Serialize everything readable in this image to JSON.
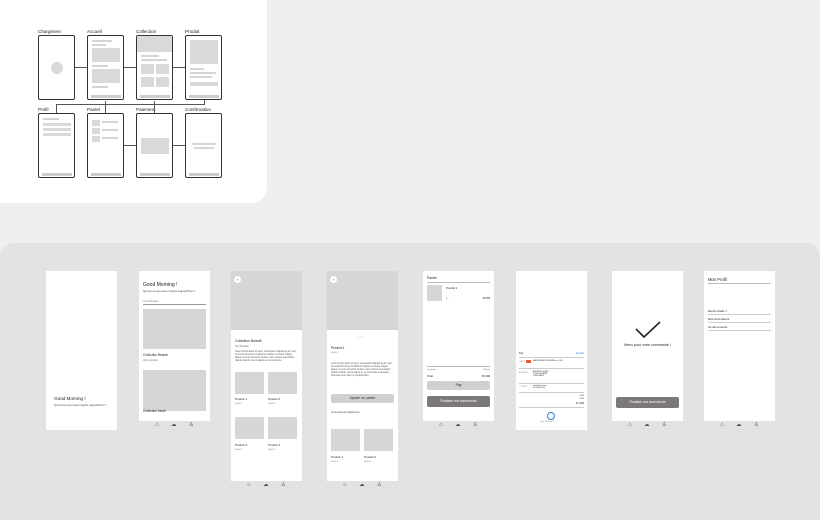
{
  "flow": {
    "labels": [
      "Chargment",
      "Accueil",
      "Collection",
      "Produit",
      "Profil",
      "Panier",
      "Paiement",
      "Confirmation"
    ]
  },
  "icons": {
    "home": "home-icon",
    "cloud": "cloud-icon",
    "user": "user-icon",
    "back": "back-arrow-icon",
    "check": "checkmark-icon"
  },
  "s2": {
    "title": "Good Morning !",
    "subtitle": "Qu'est ce qui vous inspire aujourd'hui ?",
    "search": "Je recherche...",
    "c1": "Collection Beauté",
    "c1s": "Voir le produit",
    "c2": "Collection Mode"
  },
  "splash": {
    "title": "Good Morning !",
    "subtitle": "Qu'est ce qui vous inspire aujourd'hui ?"
  },
  "coll": {
    "title": "Collection Beauté",
    "sub": "Voir Produits",
    "desc": "Lorem ipsum dolor sit amet, consectetur adipiscing elit. Sed do eiusmod tempor incididunt ut labore et dolore magna aliqua. Ut enim ad minim veniam, quis nostrud exercitation ullamco laboris nisi ut aliquip ex ea commodo.",
    "products": [
      "Produit 1",
      "Produit 2",
      "Produit 3",
      "Produit 4"
    ],
    "price": "00,00 €"
  },
  "prod": {
    "title": "Produit 1",
    "price": "00,00 €",
    "desc": "Lorem ipsum dolor sit amet, consectetur adipiscing elit. Sed do eiusmod tempor incididunt ut labore et dolore magna aliqua. Ut enim ad minim veniam, quis nostrud exercitation ullamco laboris nisi ut aliquip ex ea commodo consequat. Duis aute irure dolor in reprehenderit.",
    "button": "Ajouter au panier",
    "suggest": "Vous aimerez également",
    "products": [
      "Produit 1",
      "Produit 2"
    ],
    "price2": "00,00 €"
  },
  "cart": {
    "title": "Panier",
    "item": "Produit 1",
    "qty": "1 ⌵",
    "price": "35,00€",
    "sub": "Livraison",
    "sub_v": "Offerte",
    "total": "Total",
    "total_v": "35,00€",
    "apple": " Pay",
    "final": "Finaliser ma commande"
  },
  "pay": {
    "brand": " Pay",
    "cancel": "Annuler",
    "rows": [
      [
        "CARTE",
        "MASTERCARD PLATINUM •••• 1234"
      ],
      [
        "ADRESSE",
        "ADRESSE CLIENT\n1 RUE DE PARIS\n75000 PARIS"
      ],
      [
        "CONTACT",
        "client@mail.com\n06 00 00 00 00"
      ]
    ],
    "sum1": "0,00€",
    "sum2": "0,00€",
    "total": "€ 0,00€",
    "faceid": "Payer avec Face ID"
  },
  "conf": {
    "text": "Merci pour votre commande !",
    "button": "Finaliser ma commande"
  },
  "profile": {
    "title": "Mon Profil",
    "items": [
      "Besoin d'aide ?",
      "Mes informations",
      "Se déconnecter"
    ]
  }
}
